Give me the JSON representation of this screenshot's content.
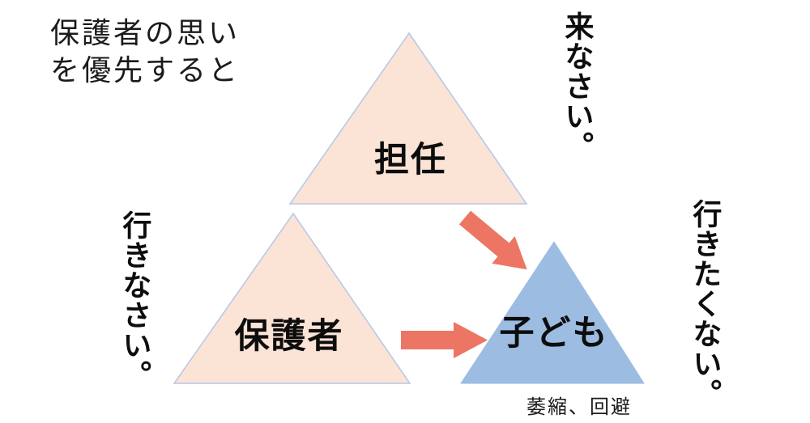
{
  "title": {
    "line1": "保護者の思い",
    "line2": "を優先すると"
  },
  "nodes": {
    "teacher": {
      "label": "担任"
    },
    "guardian": {
      "label": "保護者"
    },
    "child": {
      "label": "子ども",
      "state_caption": "萎縮、回避"
    }
  },
  "speech": {
    "teacher_to_child": "来なさい。",
    "guardian_to_child": "行きなさい。",
    "child_feeling": "行きたくない。"
  },
  "arrows": [
    {
      "name": "teacher-to-child-arrow",
      "from": "担任",
      "to": "子ども"
    },
    {
      "name": "guardian-to-child-arrow",
      "from": "保護者",
      "to": "子ども"
    }
  ],
  "colors": {
    "triangle_fill_peach": "#FBE3D6",
    "triangle_border": "#B4C7E7",
    "triangle_fill_blue": "#9CBCE2",
    "arrow": "#ED7563",
    "text": "#111111",
    "background": "#FFFFFF"
  }
}
